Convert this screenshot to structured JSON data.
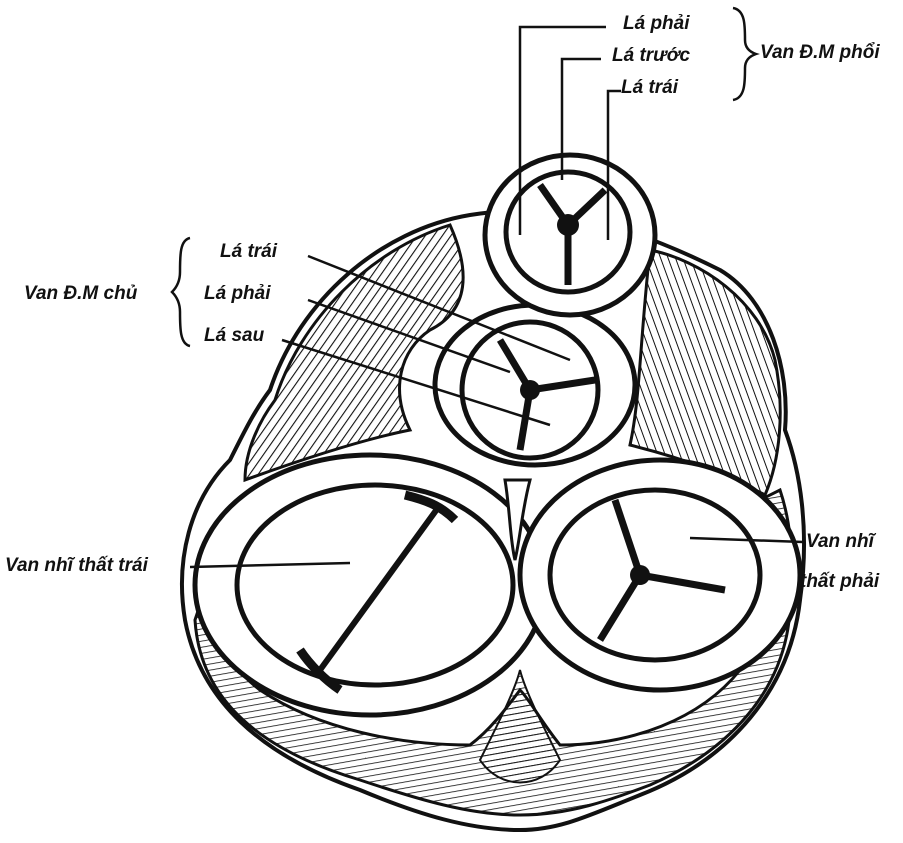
{
  "pulmonary_valve": {
    "group_label": "Van Đ.M phổi",
    "cusp_right": "Lá phải",
    "cusp_anterior": "Lá trước",
    "cusp_left": "Lá trái"
  },
  "aortic_valve": {
    "group_label": "Van Đ.M chủ",
    "cusp_left": "Lá trái",
    "cusp_right": "Lá phải",
    "cusp_posterior": "Lá sau"
  },
  "mitral_valve": {
    "label": "Van nhĩ thất trái"
  },
  "tricuspid_valve": {
    "label_line1": "Van nhĩ",
    "label_line2": "thất phải"
  },
  "colors": {
    "ink": "#111111",
    "background": "#ffffff"
  }
}
